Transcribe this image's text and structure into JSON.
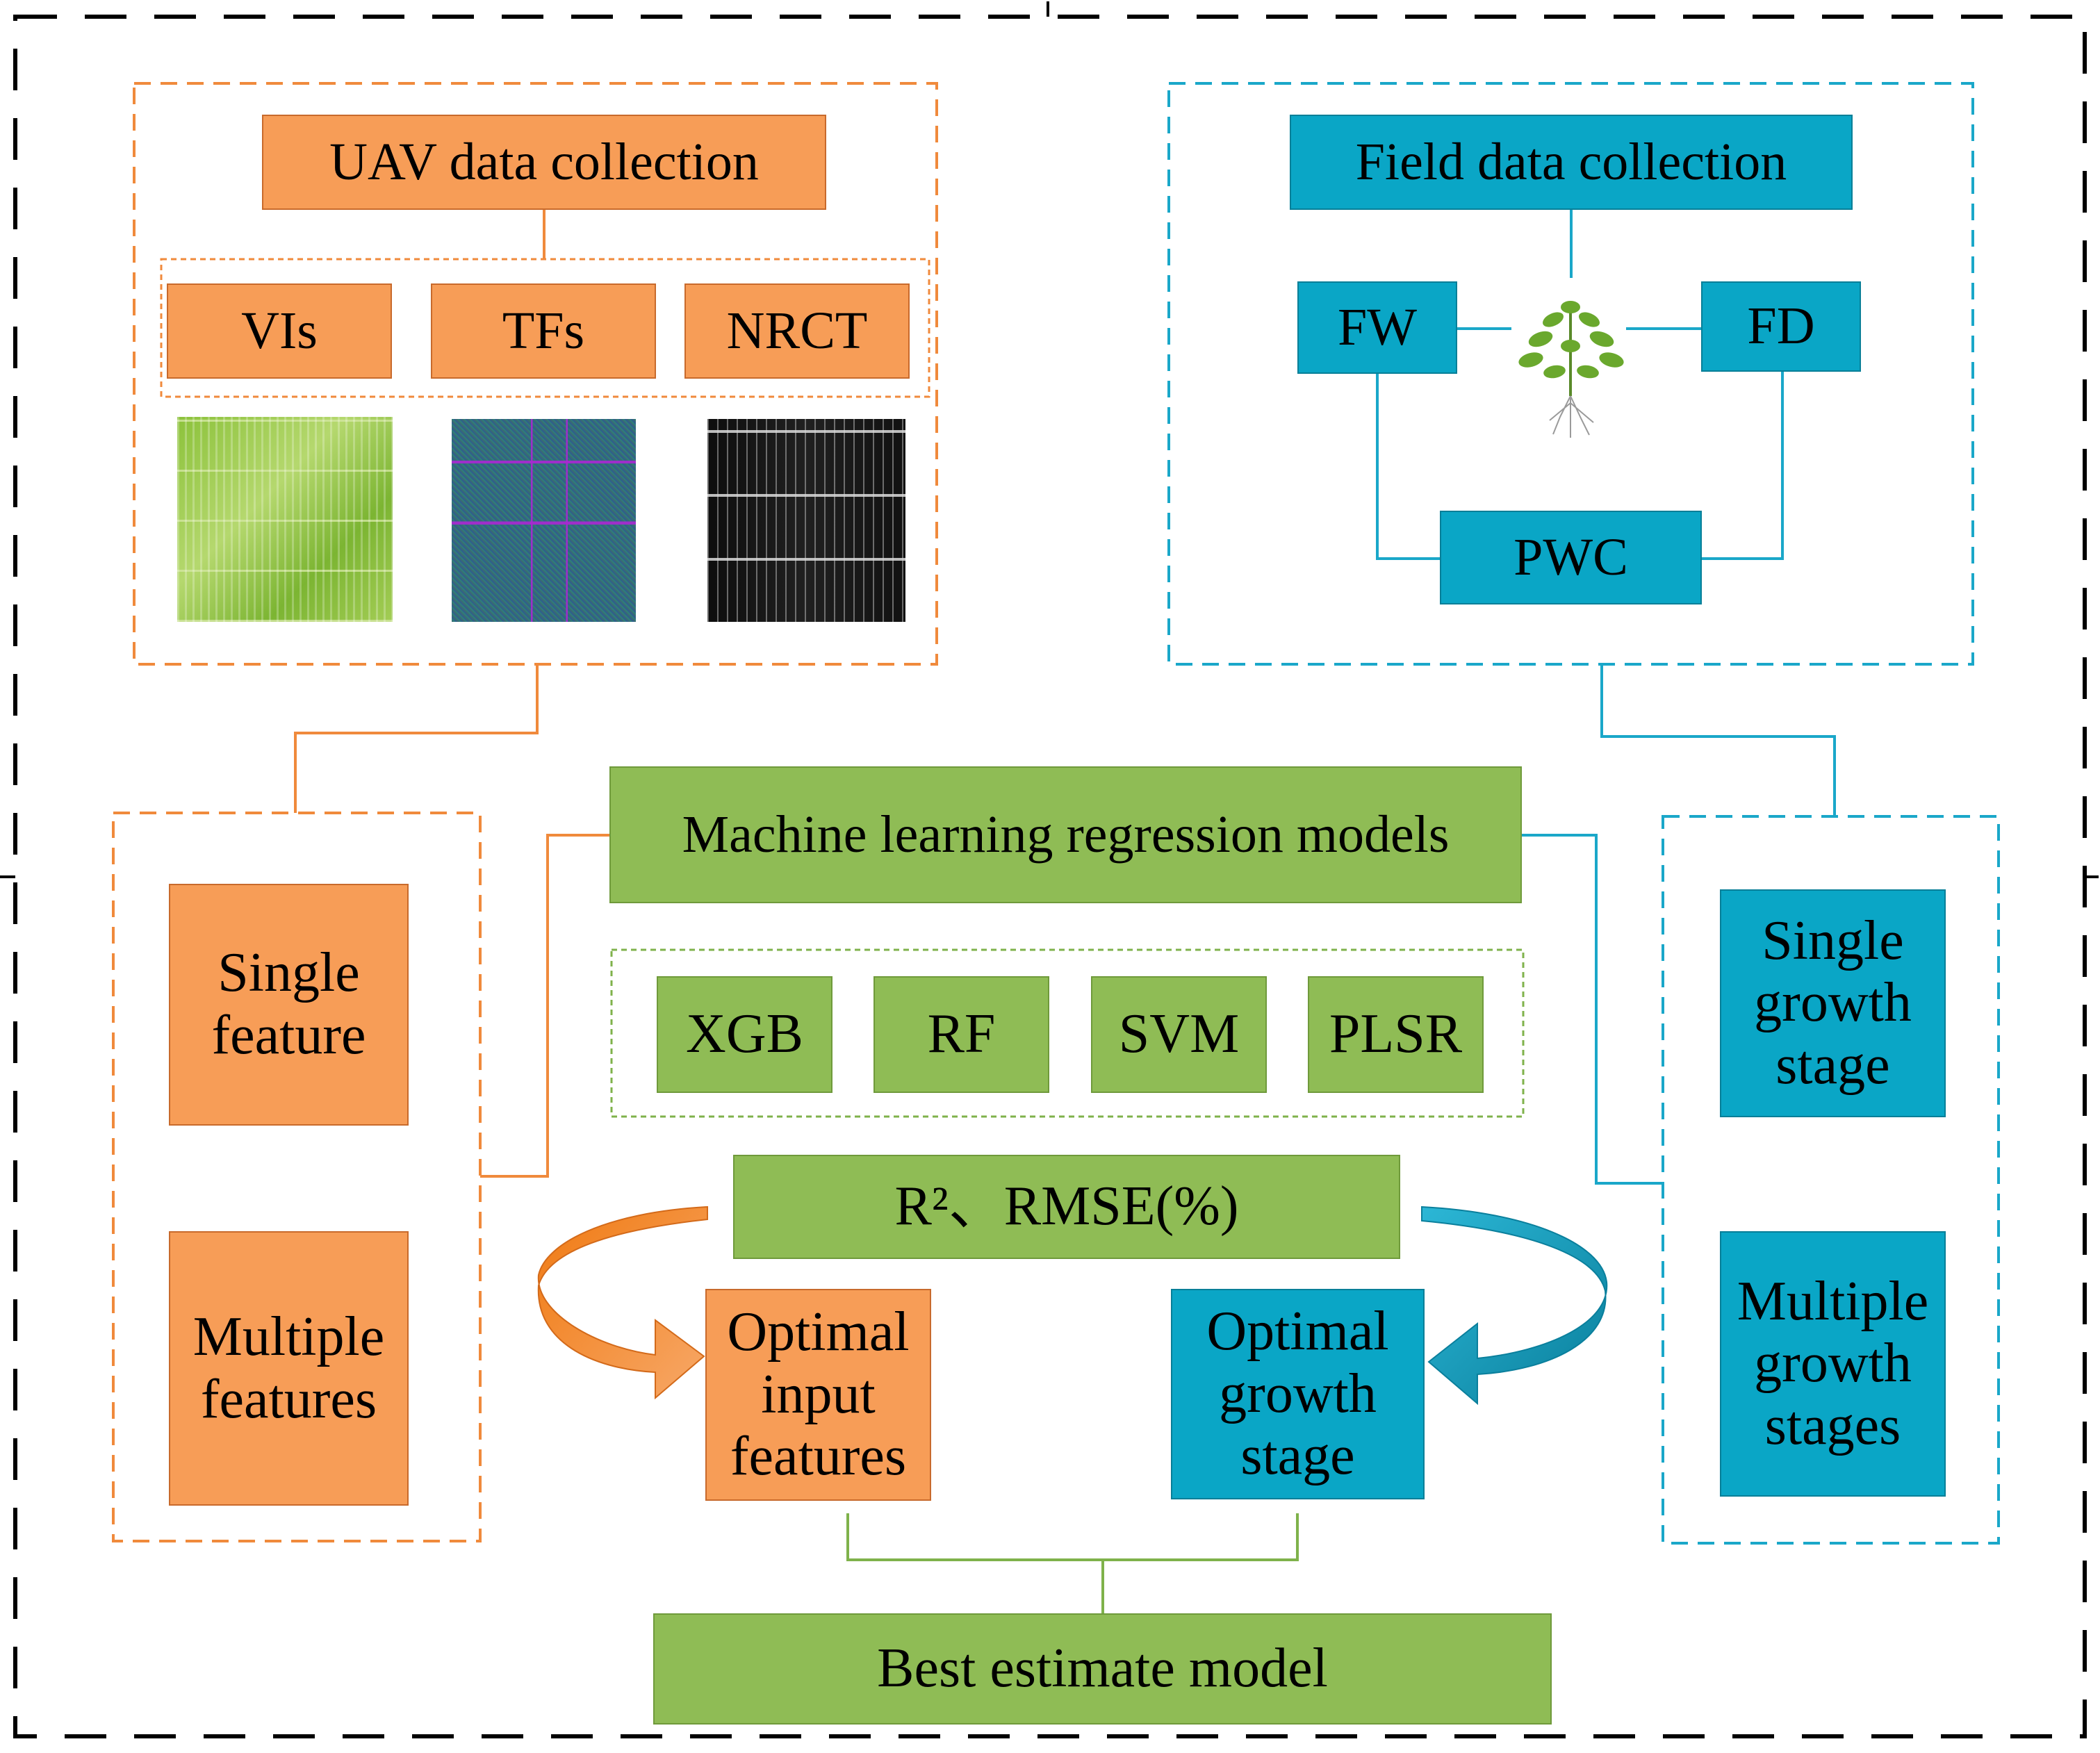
{
  "colors": {
    "orange": "#f79d57",
    "teal": "#0aa6c6",
    "green": "#8fbc55",
    "orange_line": "#f08a3c",
    "teal_line": "#1aa7c9",
    "green_line": "#7fb24b",
    "outer_border": "#000000"
  },
  "uav": {
    "title": "UAV data collection",
    "features": [
      "VIs",
      "TFs",
      "NRCT"
    ],
    "images": [
      "vi-map-image",
      "texture-map-image",
      "thermal-map-image"
    ]
  },
  "field": {
    "title": "Field data collection",
    "fw": "FW",
    "fd": "FD",
    "pwc": "PWC",
    "plant_icon": "plant-icon"
  },
  "features_panel": {
    "single": "Single\nfeature",
    "multiple": "Multiple\nfeatures"
  },
  "ml": {
    "title": "Machine learning regression models",
    "models": [
      "XGB",
      "RF",
      "SVM",
      "PLSR"
    ]
  },
  "metrics": {
    "label": "R²、RMSE(%)"
  },
  "optimal": {
    "input": "Optimal\ninput\nfeatures",
    "stage": "Optimal\ngrowth\nstage"
  },
  "stages_panel": {
    "single": "Single\ngrowth\nstage",
    "multiple": "Multiple\ngrowth\nstages"
  },
  "best": {
    "label": "Best estimate model"
  },
  "arrows": [
    "curved-arrow-left-icon",
    "curved-arrow-right-icon"
  ]
}
